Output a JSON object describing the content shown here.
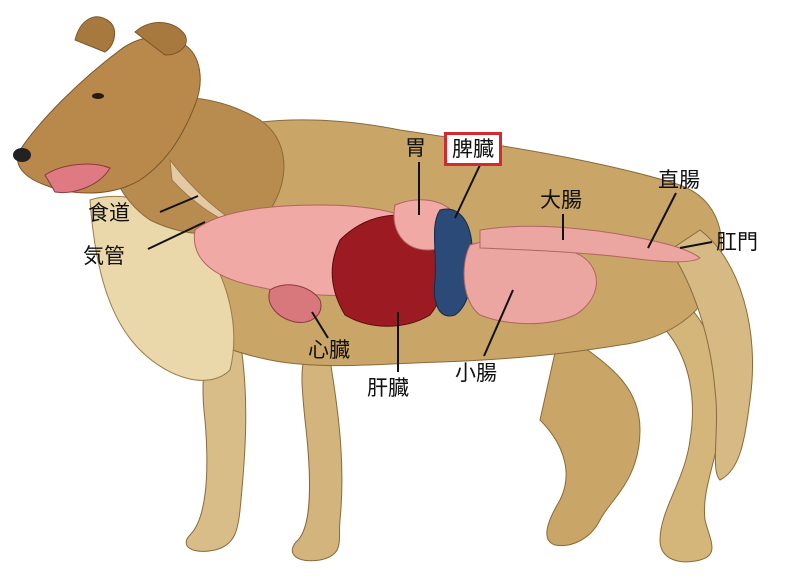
{
  "labels": {
    "stomach": "胃",
    "spleen": "脾臓",
    "esophagus": "食道",
    "trachea": "気管",
    "large_intestine": "大腸",
    "rectum": "直腸",
    "anus": "肛門",
    "heart": "心臓",
    "liver": "肝臓",
    "small_intestine": "小腸"
  },
  "highlighted_label": "spleen",
  "colors": {
    "highlight_box": "#d6282f",
    "fur": "#c9a567",
    "fur_dark": "#8a5a25",
    "lung": "#f0a9a4",
    "liver": "#9c1a22",
    "spleen": "#2c4a78",
    "intestine": "#eba6a2"
  }
}
